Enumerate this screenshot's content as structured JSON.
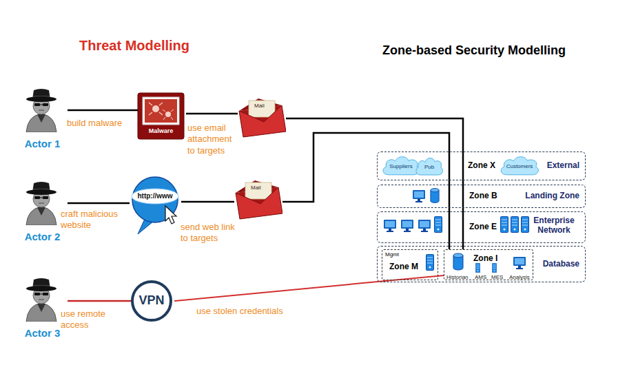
{
  "diagram": {
    "title": "Threat Modelling",
    "nodes": [
      {
        "text": [
          "Actor 1"
        ]
      },
      {
        "text": [
          "Malware"
        ]
      },
      {
        "text": [
          "Mail"
        ]
      },
      {
        "text": [
          "Actor 2"
        ]
      },
      {
        "text": [
          "http://www"
        ]
      },
      {
        "text": [
          "Mail"
        ]
      },
      {
        "text": [
          "Actor 3"
        ]
      },
      {
        "text": [
          "VPN"
        ]
      },
      {
        "text": [
          "Zone X",
          "External"
        ]
      },
      {
        "text": [
          "Suppliers"
        ],
        "in": 8
      },
      {
        "text": [
          "Pub"
        ],
        "in": 8
      },
      {
        "text": [
          "Customers"
        ],
        "in": 8
      },
      {
        "text": [
          "Zone B",
          "Landing Zone"
        ]
      },
      {
        "text": [
          "Zone E",
          "Enterprise Network"
        ]
      },
      {
        "text": [
          "Database"
        ]
      },
      {
        "text": [
          "Mgmt",
          "Zone M"
        ],
        "in": 14
      },
      {
        "text": [
          "Zone I",
          "Historian",
          "AMS",
          "MES",
          "Analysis"
        ],
        "in": 14
      }
    ],
    "edges": [
      {
        "from": 0,
        "to": 1,
        "arrow": "none",
        "label": "build malware"
      },
      {
        "from": 1,
        "to": 2,
        "arrow": "none",
        "label": "use email attachment to targets"
      },
      {
        "from": 2,
        "to": 16,
        "arrow": "none"
      },
      {
        "from": 3,
        "to": 4,
        "arrow": "none",
        "label": "craft malicious website"
      },
      {
        "from": 4,
        "to": 5,
        "arrow": "none",
        "label": "send web link to targets"
      },
      {
        "from": 5,
        "to": 16,
        "arrow": "none"
      },
      {
        "from": 6,
        "to": 7,
        "arrow": "none",
        "label": "use remote access"
      },
      {
        "from": 7,
        "to": 16,
        "arrow": "none",
        "label": "use stolen credentials"
      }
    ],
    "labels": [
      "Zone-based Security Modelling"
    ]
  }
}
